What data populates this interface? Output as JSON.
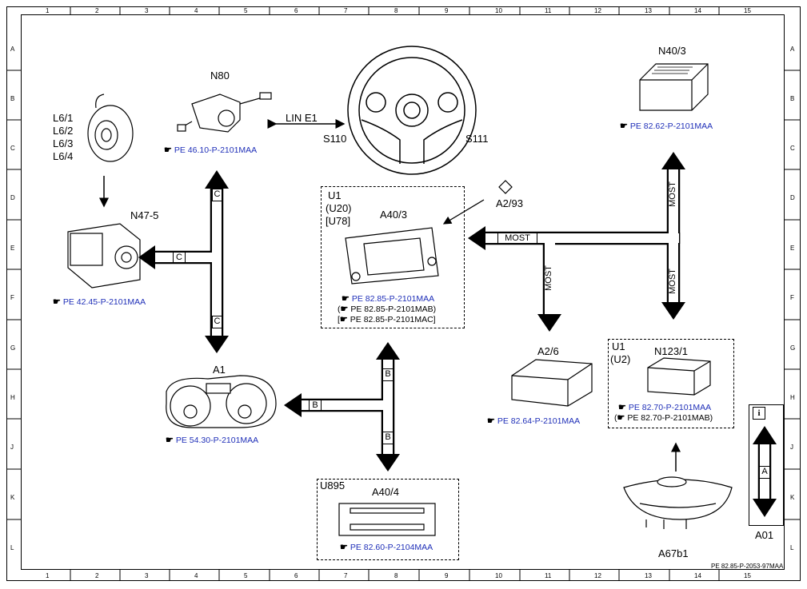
{
  "grid": {
    "columns": [
      "1",
      "2",
      "3",
      "4",
      "5",
      "6",
      "7",
      "8",
      "9",
      "10",
      "11",
      "12",
      "13",
      "14",
      "15"
    ],
    "rows": [
      "A",
      "B",
      "C",
      "D",
      "E",
      "F",
      "G",
      "H",
      "J",
      "K",
      "L"
    ]
  },
  "components": {
    "l6": [
      "L6/1",
      "L6/2",
      "L6/3",
      "L6/4"
    ],
    "n80": "N80",
    "n40_3": "N40/3",
    "n47_5": "N47-5",
    "s110": "S110",
    "s111": "S111",
    "lin_e1": "LIN E1",
    "u1_group": "U1",
    "u20": "(U20)",
    "u78": "[U78]",
    "a40_3": "A40/3",
    "a2_93": "A2/93",
    "a2_6": "A2/6",
    "a1": "A1",
    "u895": "U895",
    "a40_4": "A40/4",
    "u1_right": "U1",
    "u2": "(U2)",
    "n123_1": "N123/1",
    "a67b1": "A67b1",
    "a01": "A01"
  },
  "buses": {
    "can_c": "C",
    "can_b": "B",
    "most": "MOST",
    "can_a": "A"
  },
  "refs": {
    "n80": "PE 46.10-P-2101MAA",
    "n40_3": "PE 82.62-P-2101MAA",
    "n47_5": "PE 42.45-P-2101MAA",
    "a40_3_a": "PE 82.85-P-2101MAA",
    "a40_3_b": "PE 82.85-P-2101MAB)",
    "a40_3_c": "PE 82.85-P-2101MAC]",
    "a2_6": "PE 82.64-P-2101MAA",
    "a1": "PE 54.30-P-2101MAA",
    "n123_1_a": "PE 82.70-P-2101MAA",
    "n123_1_b": "PE 82.70-P-2101MAB)",
    "a40_4": "PE 82.60-P-2104MAA"
  },
  "ref_icon": "☛",
  "document_number": "PE 82.85-P-2053-97MAA",
  "info_icon": "i"
}
